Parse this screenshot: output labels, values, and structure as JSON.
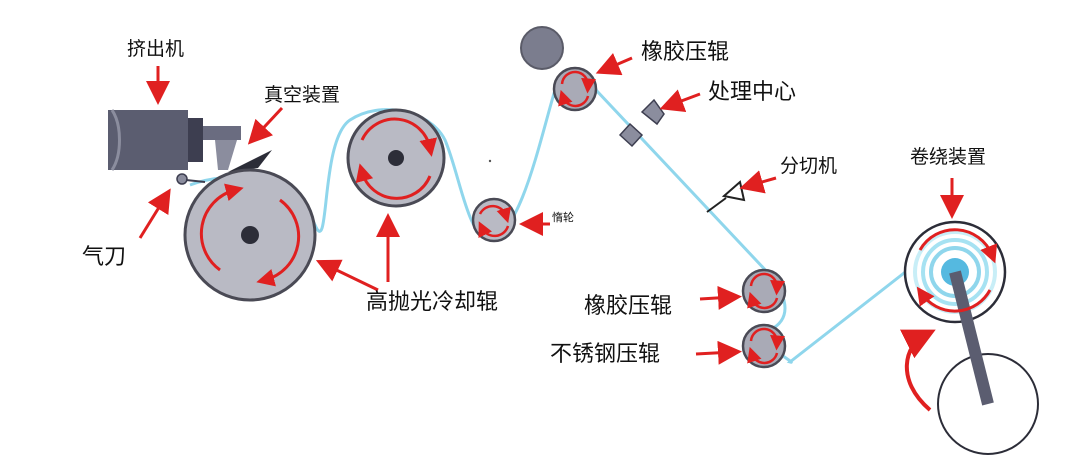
{
  "labels": {
    "extruder": "挤出机",
    "vacuum_device": "真空装置",
    "air_knife": "气刀",
    "polish_cooling_roll": "高抛光冷却辊",
    "idler": "惰轮",
    "rubber_roll_top": "橡胶压辊",
    "treatment_center": "处理中心",
    "slitter": "分切机",
    "winder": "卷绕装置",
    "rubber_roll_bottom": "橡胶压辊",
    "steel_roll": "不锈钢压辊"
  },
  "colors": {
    "film": "#8fd6ec",
    "arrow": "#e02020",
    "roll_fill": "#b9bac4",
    "roll_stroke": "#4a4a55",
    "machine_dark": "#5b5d70",
    "machine_light": "#8b8d9e"
  }
}
